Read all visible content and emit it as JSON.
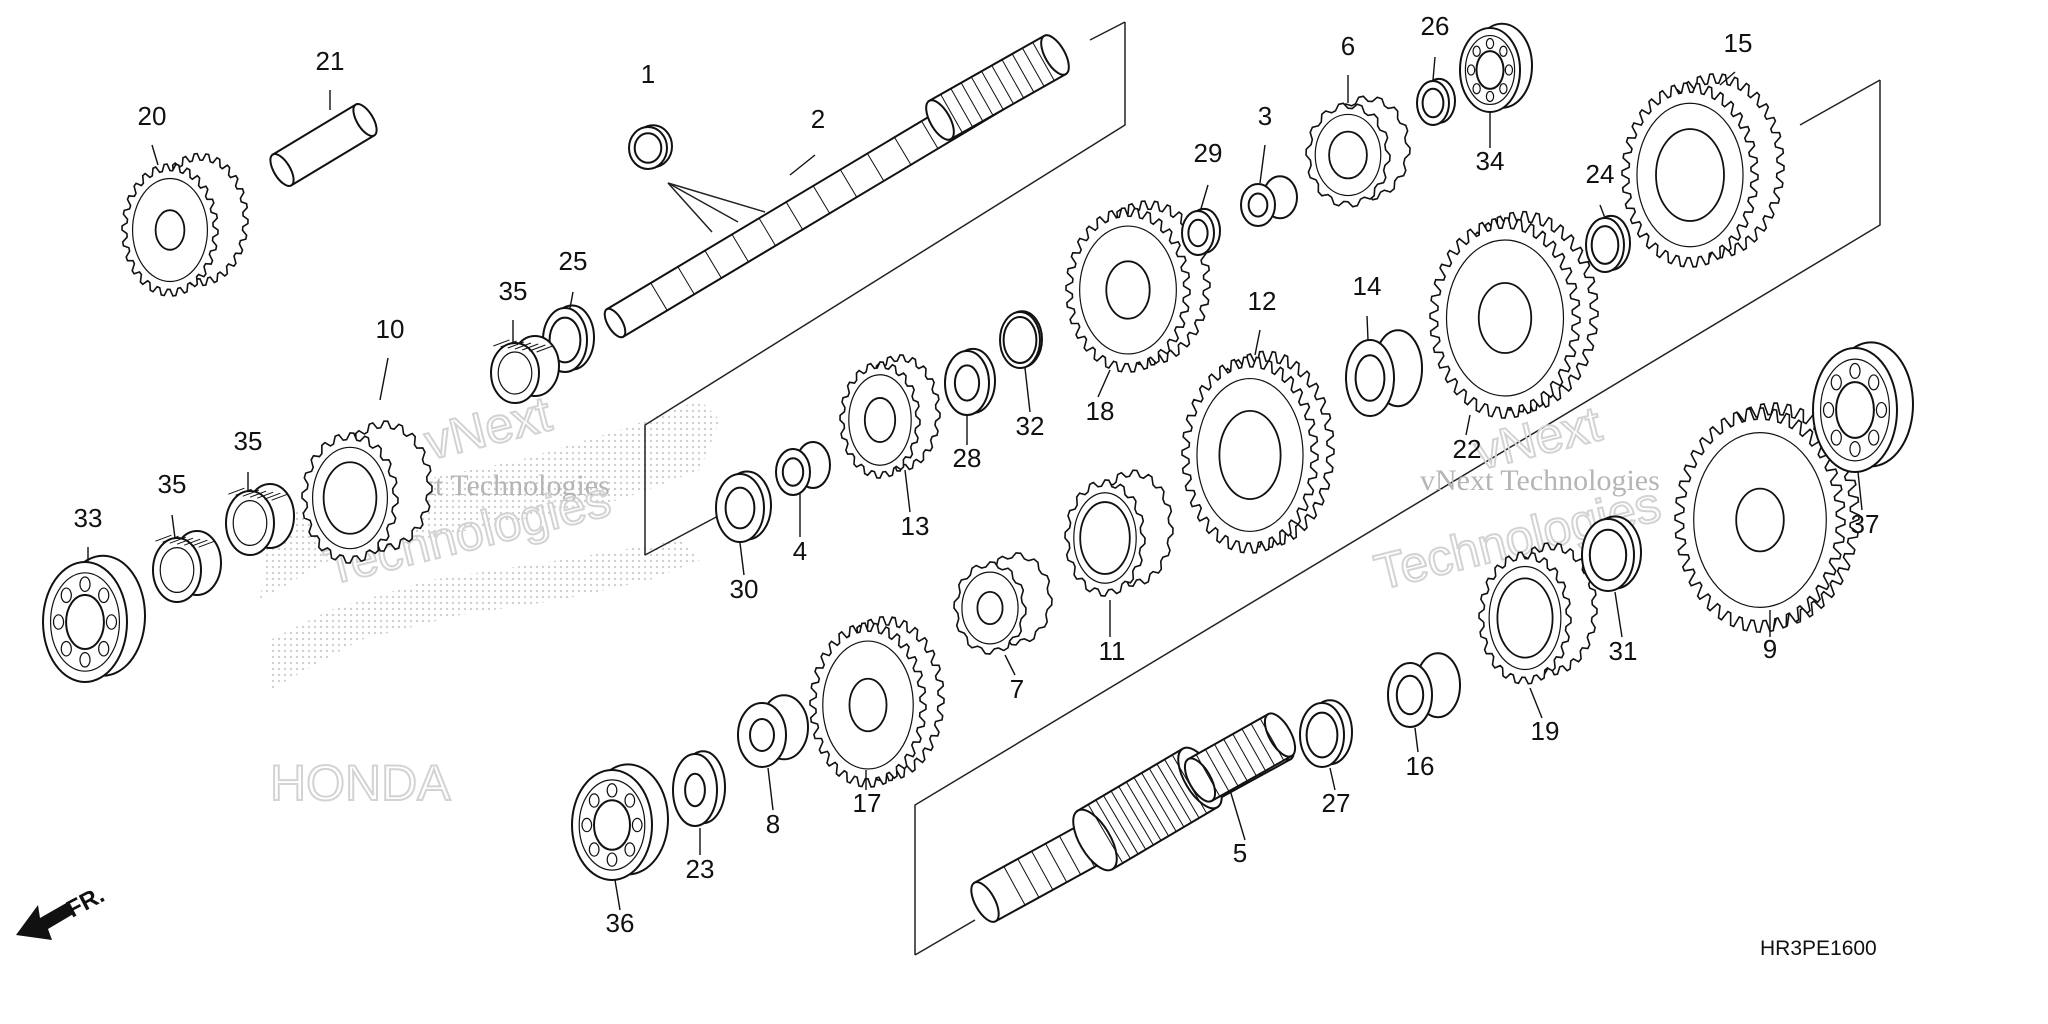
{
  "diagram": {
    "diagram_code": "HR3PE1600",
    "direction_label": "FR.",
    "watermark": {
      "top": "vNext",
      "middle": "vNext Technologies",
      "bottom": "Technologies"
    },
    "logo_text": "HONDA",
    "parts": [
      {
        "id": "1",
        "label": "1",
        "kind": "ring"
      },
      {
        "id": "2",
        "label": "2",
        "kind": "shaft"
      },
      {
        "id": "3",
        "label": "3",
        "kind": "collar"
      },
      {
        "id": "4",
        "label": "4",
        "kind": "collar"
      },
      {
        "id": "5",
        "label": "5",
        "kind": "shaft"
      },
      {
        "id": "6",
        "label": "6",
        "kind": "gear"
      },
      {
        "id": "7",
        "label": "7",
        "kind": "gear"
      },
      {
        "id": "8",
        "label": "8",
        "kind": "bushing"
      },
      {
        "id": "9",
        "label": "9",
        "kind": "gear"
      },
      {
        "id": "10",
        "label": "10",
        "kind": "gear"
      },
      {
        "id": "11",
        "label": "11",
        "kind": "gear"
      },
      {
        "id": "12",
        "label": "12",
        "kind": "gear"
      },
      {
        "id": "13",
        "label": "13",
        "kind": "gear"
      },
      {
        "id": "14",
        "label": "14",
        "kind": "collar"
      },
      {
        "id": "15",
        "label": "15",
        "kind": "gear"
      },
      {
        "id": "16",
        "label": "16",
        "kind": "collar"
      },
      {
        "id": "17",
        "label": "17",
        "kind": "gear"
      },
      {
        "id": "18",
        "label": "18",
        "kind": "gear"
      },
      {
        "id": "19",
        "label": "19",
        "kind": "gear"
      },
      {
        "id": "20",
        "label": "20",
        "kind": "gear"
      },
      {
        "id": "21",
        "label": "21",
        "kind": "shaft"
      },
      {
        "id": "22",
        "label": "22",
        "kind": "gear"
      },
      {
        "id": "23",
        "label": "23",
        "kind": "washer"
      },
      {
        "id": "24",
        "label": "24",
        "kind": "washer"
      },
      {
        "id": "25",
        "label": "25",
        "kind": "washer"
      },
      {
        "id": "26",
        "label": "26",
        "kind": "washer"
      },
      {
        "id": "27",
        "label": "27",
        "kind": "washer"
      },
      {
        "id": "28",
        "label": "28",
        "kind": "washer"
      },
      {
        "id": "29",
        "label": "29",
        "kind": "washer"
      },
      {
        "id": "30",
        "label": "30",
        "kind": "washer"
      },
      {
        "id": "31",
        "label": "31",
        "kind": "washer"
      },
      {
        "id": "32",
        "label": "32",
        "kind": "circlip"
      },
      {
        "id": "33",
        "label": "33",
        "kind": "bearing"
      },
      {
        "id": "34",
        "label": "34",
        "kind": "bearing"
      },
      {
        "id": "35",
        "label": "35",
        "kind": "needle-bearing"
      },
      {
        "id": "35b",
        "label": "35",
        "kind": "needle-bearing"
      },
      {
        "id": "35c",
        "label": "35",
        "kind": "needle-bearing"
      },
      {
        "id": "36",
        "label": "36",
        "kind": "bearing"
      },
      {
        "id": "37",
        "label": "37",
        "kind": "bearing"
      }
    ]
  }
}
